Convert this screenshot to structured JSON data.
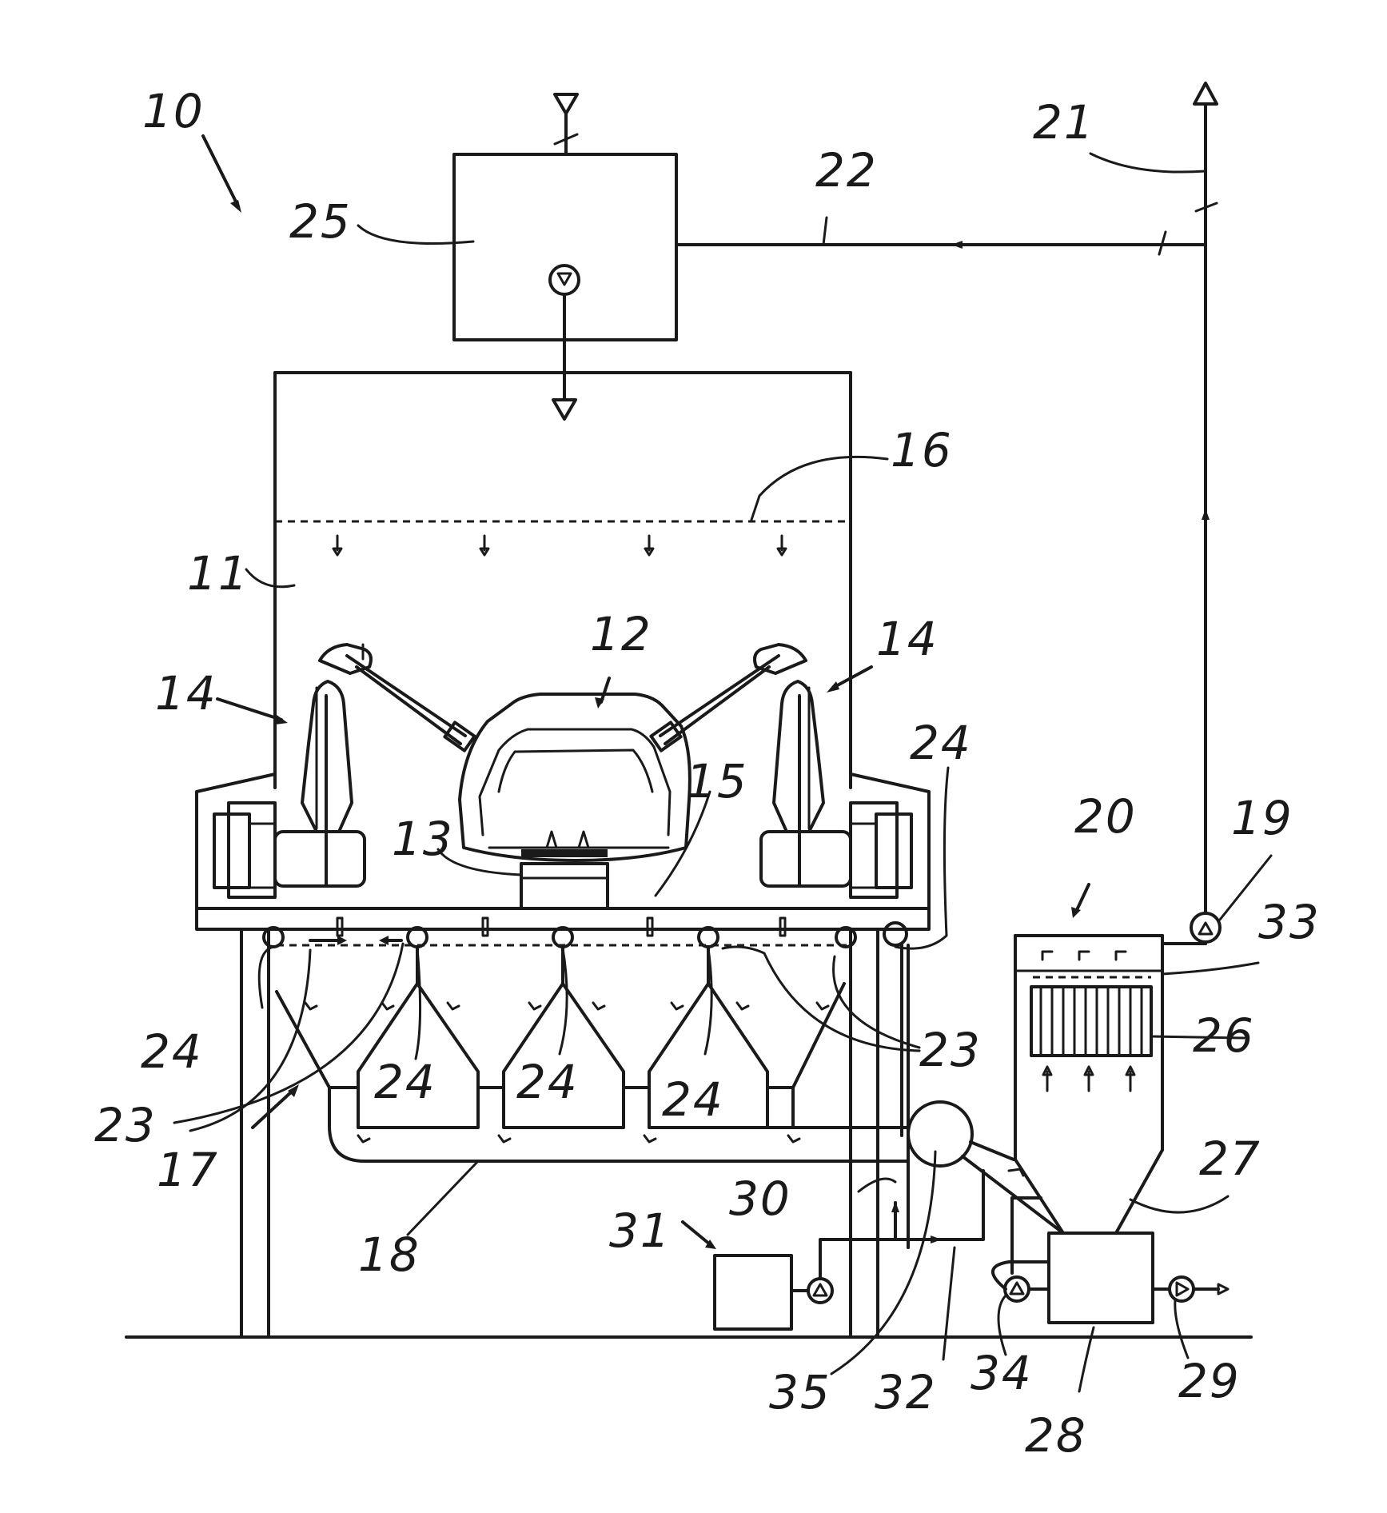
{
  "figure": {
    "refs": {
      "r10": "10",
      "r11": "11",
      "r12": "12",
      "r13": "13",
      "r14a": "14",
      "r14b": "14",
      "r15": "15",
      "r16": "16",
      "r17": "17",
      "r18": "18",
      "r19": "19",
      "r20": "20",
      "r21": "21",
      "r22": "22",
      "r23a": "23",
      "r23b": "23",
      "r24a": "24",
      "r24b": "24",
      "r24c": "24",
      "r24d": "24",
      "r24e": "24",
      "r25": "25",
      "r26": "26",
      "r27": "27",
      "r28": "28",
      "r29": "29",
      "r30": "30",
      "r31": "31",
      "r32": "32",
      "r33": "33",
      "r34": "34",
      "r35": "35"
    }
  }
}
